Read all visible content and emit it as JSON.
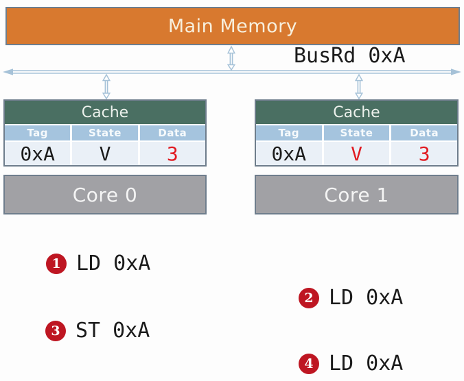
{
  "colors": {
    "memory_orange": "#d8792f",
    "box_border_gray": "#6e7d8c",
    "cache_header_green": "#4a6f62",
    "column_header_blue": "#a5c4de",
    "data_row_bg": "#eaf0f7",
    "core_gray": "#a1a1a5",
    "value_red": "#e11b22",
    "value_black": "#1b1b1b",
    "badge_red": "#be1622",
    "arrow_blue": "#a6c2d8"
  },
  "main_memory": {
    "label": "Main Memory"
  },
  "bus": {
    "label": "BusRd 0xA"
  },
  "caches": [
    {
      "title": "Cache",
      "columns": [
        "Tag",
        "State",
        "Data"
      ],
      "row": [
        {
          "text": "0xA",
          "color": "#1b1b1b"
        },
        {
          "text": "V",
          "color": "#1b1b1b"
        },
        {
          "text": "3",
          "color": "#e11b22"
        }
      ],
      "core": "Core 0"
    },
    {
      "title": "Cache",
      "columns": [
        "Tag",
        "State",
        "Data"
      ],
      "row": [
        {
          "text": "0xA",
          "color": "#1b1b1b"
        },
        {
          "text": "V",
          "color": "#e11b22"
        },
        {
          "text": "3",
          "color": "#e11b22"
        }
      ],
      "core": "Core 1"
    }
  ],
  "operations": [
    {
      "num": "1",
      "text": "LD 0xA"
    },
    {
      "num": "2",
      "text": "LD 0xA"
    },
    {
      "num": "3",
      "text": "ST 0xA"
    },
    {
      "num": "4",
      "text": "LD 0xA"
    }
  ]
}
